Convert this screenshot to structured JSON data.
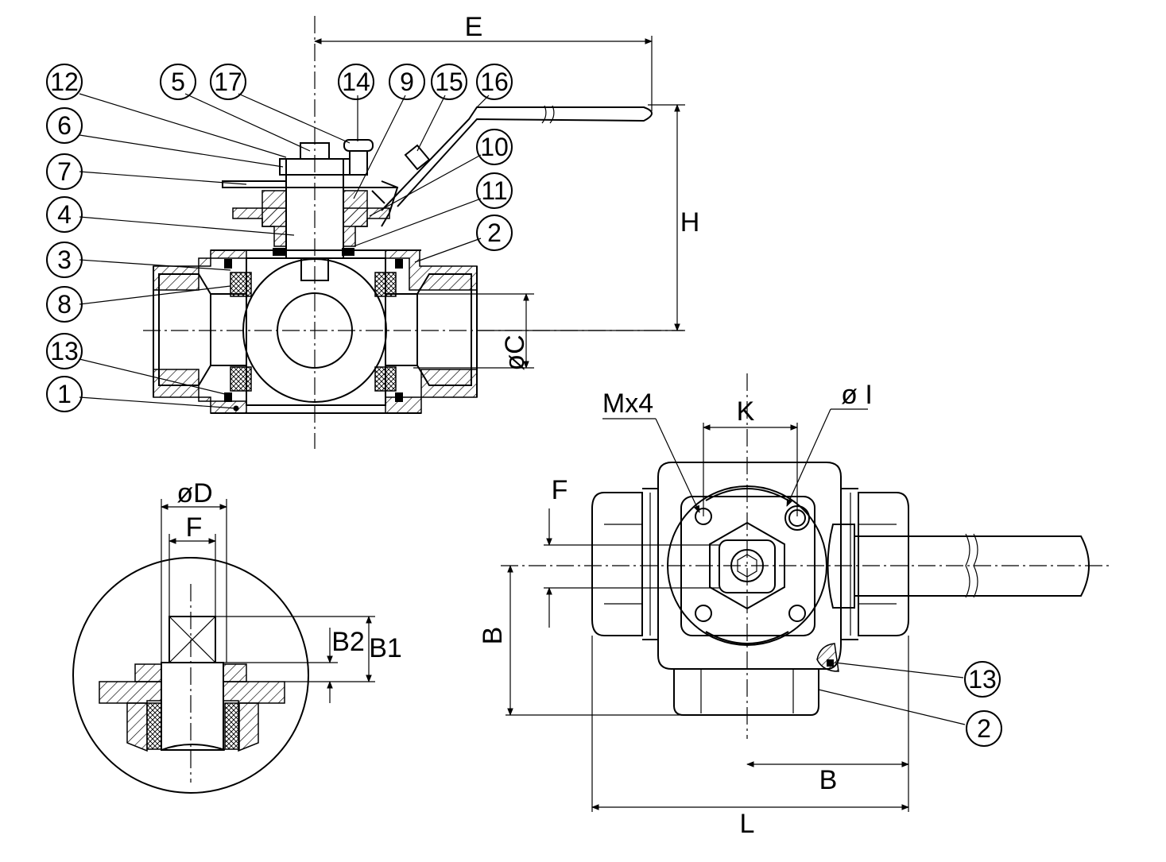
{
  "callouts": {
    "c12": "12",
    "c5": "5",
    "c17": "17",
    "c14": "14",
    "c9": "9",
    "c15": "15",
    "c16": "16",
    "c6": "6",
    "c7": "7",
    "c10": "10",
    "c11": "11",
    "c4": "4",
    "c2": "2",
    "c3": "3",
    "c8": "8",
    "c13": "13",
    "c1": "1",
    "c13b": "13",
    "c2b": "2"
  },
  "dimensions": {
    "E": "E",
    "H": "H",
    "C": "øC",
    "D": "øD",
    "F_detail": "F",
    "B2": "B2",
    "B1": "B1",
    "Mx4": "Mx4",
    "K": "K",
    "I": "ø I",
    "F_top": "F",
    "B_vert": "B",
    "B_horiz": "B",
    "L": "L"
  }
}
